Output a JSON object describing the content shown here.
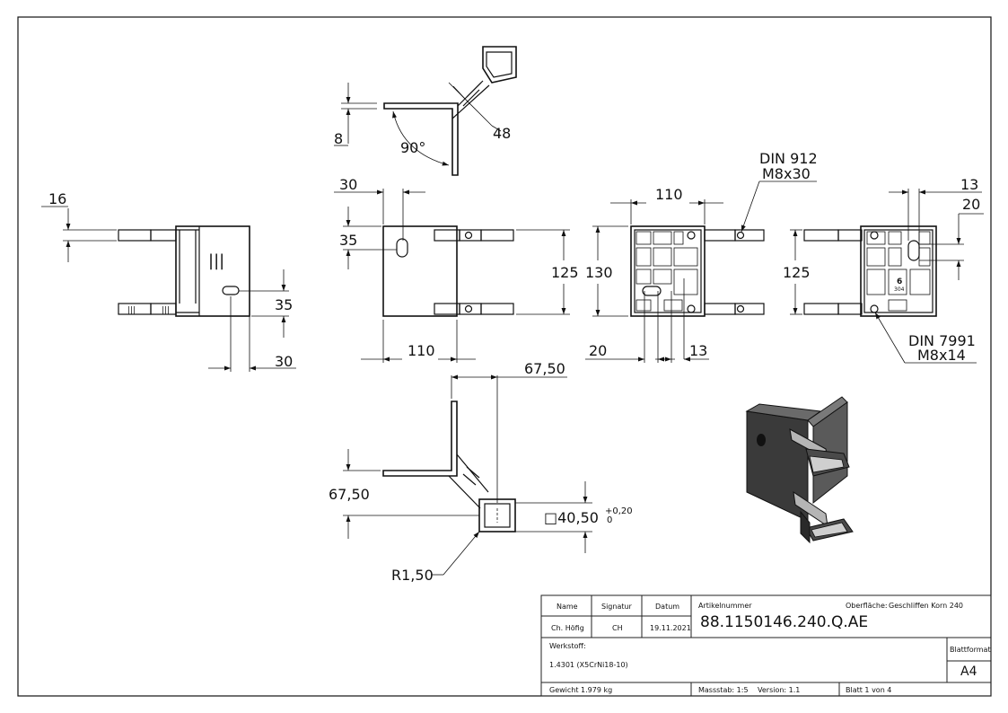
{
  "dimensions": {
    "top_view": {
      "d8": "8",
      "d90": "90°",
      "d48": "48"
    },
    "left_view": {
      "d16": "16",
      "d35": "35",
      "d30": "30"
    },
    "front_view": {
      "d30": "30",
      "d35": "35",
      "d125": "125",
      "d110": "110"
    },
    "back_view": {
      "d110": "110",
      "d130": "130",
      "d20": "20",
      "d13": "13",
      "screw_line1": "DIN 912",
      "screw_line2": "M8x30"
    },
    "right_view": {
      "d13": "13",
      "d20": "20",
      "d125": "125",
      "screw_line1": "DIN 7991",
      "screw_line2": "M8x14"
    },
    "bottom_view": {
      "d67a": "67,50",
      "d67b": "67,50",
      "d40": "□40,50",
      "tol_upper": "+0,20",
      "tol_lower": "0",
      "radius": "R1,50"
    }
  },
  "part_marks": {
    "mark_a": "|||",
    "mark_b": "|||",
    "mark_c": "|||",
    "stamp1": "6",
    "stamp2": "304"
  },
  "title_block": {
    "h_name": "Name",
    "h_signatur": "Signatur",
    "h_datum": "Datum",
    "v_name": "Ch. Höfig",
    "v_signatur": "CH",
    "v_datum": "19.11.2021",
    "artikel_label": "Artikelnummer",
    "artikel_nr": "88.1150146.240.Q.AE",
    "oberflaeche_label": "Oberfläche:",
    "oberflaeche_value": "Geschliffen Korn 240",
    "werkstoff_label": "Werkstoff:",
    "werkstoff_value": "1.4301 (X5CrNi18-10)",
    "blattformat_label": "Blattformat",
    "blattformat_value": "A4",
    "gewicht": "Gewicht 1.979 kg",
    "massstab": "Massstab: 1:5",
    "version": "Version: 1.1",
    "blatt": "Blatt 1 von 4"
  }
}
